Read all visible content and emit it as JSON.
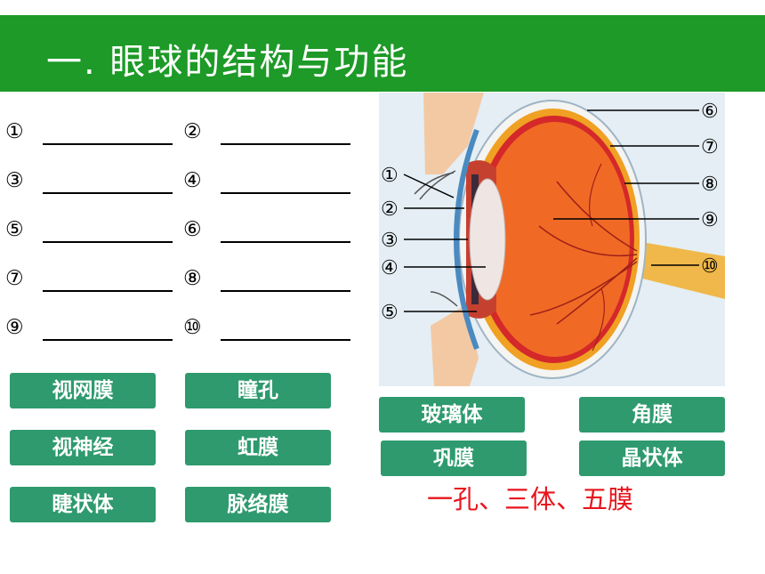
{
  "header": {
    "title": "一. 眼球的结构与功能"
  },
  "blanks": [
    {
      "num": "①"
    },
    {
      "num": "②"
    },
    {
      "num": "③"
    },
    {
      "num": "④"
    },
    {
      "num": "⑤"
    },
    {
      "num": "⑥"
    },
    {
      "num": "⑦"
    },
    {
      "num": "⑧"
    },
    {
      "num": "⑨"
    },
    {
      "num": "⑩"
    }
  ],
  "terms_left": [
    "视网膜",
    "瞳孔",
    "视神经",
    "虹膜",
    "睫状体",
    "脉络膜"
  ],
  "terms_right": [
    "玻璃体",
    "角膜",
    "巩膜",
    "晶状体"
  ],
  "diagram": {
    "labels_left": [
      "①",
      "②",
      "③",
      "④",
      "⑤"
    ],
    "labels_right": [
      "⑥",
      "⑦",
      "⑧",
      "⑨",
      "⑩"
    ]
  },
  "mnemonic": "一孔、三体、五膜",
  "colors": {
    "header_bg": "#1d9a27",
    "term_bg": "#2e9a6e",
    "mnemonic": "#e8141c"
  }
}
